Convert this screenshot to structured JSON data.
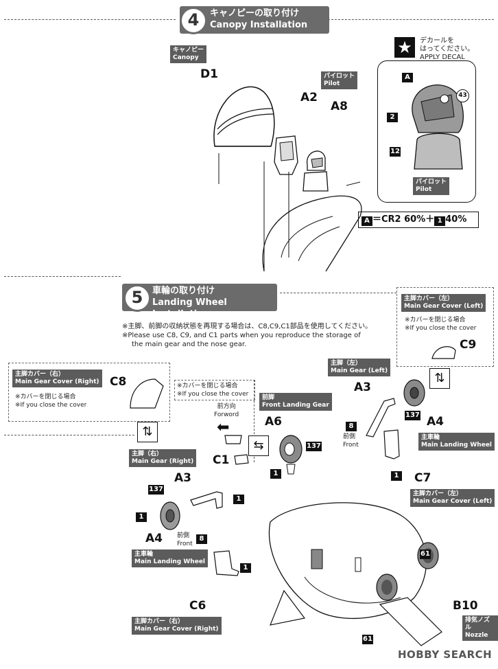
{
  "step4": {
    "number": "4",
    "title_jp": "キャノピーの取り付け",
    "title_en": "Canopy Installation"
  },
  "canopy_tag": {
    "jp": "キャノピー",
    "en": "Canopy"
  },
  "pilot_tag": {
    "jp": "パイロット",
    "en": "Pilot"
  },
  "pilot_tag2": {
    "jp": "パイロット",
    "en": "Pilot"
  },
  "parts4": {
    "d1": "D1",
    "a2": "A2",
    "a8": "A8"
  },
  "decal": {
    "jp1": "デカールを",
    "jp2": "はってください。",
    "en": "APPLY DECAL",
    "a": "A",
    "n2": "2",
    "n12": "12",
    "d43": "43"
  },
  "mix": {
    "a": "A",
    "eq": "＝CR2 60%＋",
    "n1": "1",
    "pct": "40%"
  },
  "step5": {
    "number": "5",
    "title_jp": "車輪の取り付け",
    "title_en": "Landing Wheel Installation"
  },
  "step5_note": {
    "jp": "※主脚、前脚の収納状態を再現する場合は、C8,C9,C1部品を使用してください。",
    "en1": "※Please use C8, C9, and C1 parts when you reproduce the storage of",
    "en2": "the main gear and the nose gear."
  },
  "left_cover_box": {
    "tag_jp": "主脚カバー（右）",
    "tag_en": "Main Gear Cover (Right)",
    "note_jp": "※カバーを閉じる場合",
    "note_en": "※If you close the cover",
    "part": "C8"
  },
  "right_cover_box": {
    "tag_jp": "主脚カバー（左）",
    "tag_en": "Main Gear Cover (Left)",
    "note_jp": "※カバーを閉じる場合",
    "note_en": "※If you close the cover",
    "part": "C9"
  },
  "center_box": {
    "note_jp": "※カバーを閉じる場合",
    "note_en": "※If you close the cover",
    "fwd_jp": "前方向",
    "fwd_en": "Forword",
    "part": "C1"
  },
  "main_gear_right": {
    "jp": "主脚（右）",
    "en": "Main Gear (Right)"
  },
  "main_gear_left": {
    "jp": "主脚（左）",
    "en": "Main Gear (Left)"
  },
  "front_gear": {
    "jp": "前脚",
    "en": "Front Landing Gear"
  },
  "main_wheel_right": {
    "jp": "主車輪",
    "en": "Main Landing Wheel"
  },
  "main_wheel_left": {
    "jp": "主車輪",
    "en": "Main Landing Wheel"
  },
  "cover_left_lower": {
    "jp": "主脚カバー（左）",
    "en": "Main Gear Cover (Left)"
  },
  "cover_right_lower": {
    "jp": "主脚カバー（右）",
    "en": "Main Gear Cover (Right)"
  },
  "nozzle": {
    "jp": "排気ノズル",
    "en": "Nozzle"
  },
  "front_side": {
    "jp": "前側",
    "en": "Front"
  },
  "parts5": {
    "a3l": "A3",
    "a4l": "A4",
    "a6": "A6",
    "c7": "C7",
    "a3r": "A3",
    "a4r": "A4",
    "c6": "C6",
    "b10": "B10",
    "c1": "C1"
  },
  "numbers": {
    "n137": "137",
    "n1": "1",
    "n8": "8",
    "n61": "61"
  },
  "watermark": "HOBBY SEARCH"
}
